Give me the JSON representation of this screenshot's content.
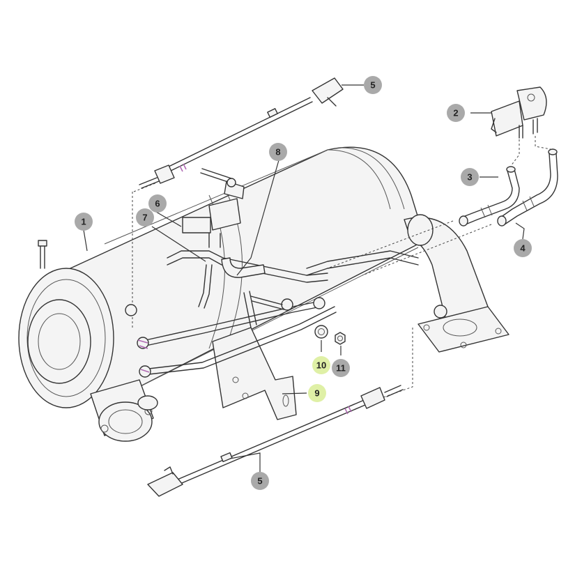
{
  "callouts": [
    {
      "id": "c5-top",
      "label": "5",
      "highlight": false
    },
    {
      "id": "c2",
      "label": "2",
      "highlight": false
    },
    {
      "id": "c8",
      "label": "8",
      "highlight": false
    },
    {
      "id": "c3",
      "label": "3",
      "highlight": false
    },
    {
      "id": "c6",
      "label": "6",
      "highlight": false
    },
    {
      "id": "c1",
      "label": "1",
      "highlight": false
    },
    {
      "id": "c7",
      "label": "7",
      "highlight": false
    },
    {
      "id": "c4",
      "label": "4",
      "highlight": false
    },
    {
      "id": "c10",
      "label": "10",
      "highlight": true
    },
    {
      "id": "c11",
      "label": "11",
      "highlight": false
    },
    {
      "id": "c9",
      "label": "9",
      "highlight": true
    },
    {
      "id": "c5-bottom",
      "label": "5",
      "highlight": false
    }
  ],
  "colors": {
    "callout_fill": "#a9a9a9",
    "callout_highlight_fill": "#dff0a6",
    "line_color": "#333333"
  }
}
